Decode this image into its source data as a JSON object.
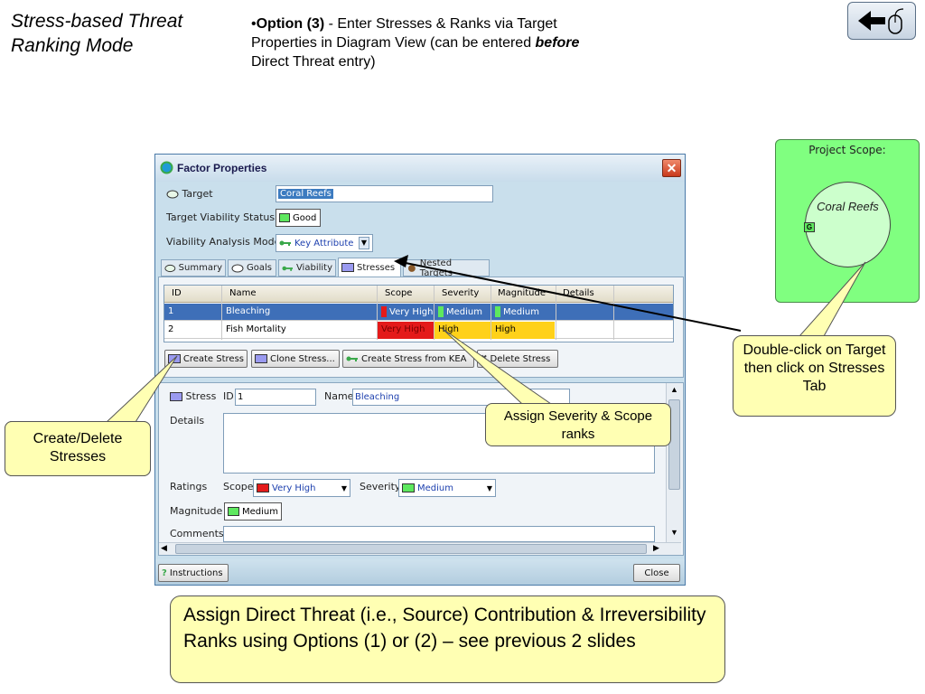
{
  "slide": {
    "title": "Stress-based Threat Ranking Mode",
    "bullet_prefix": "•",
    "bullet_option": "Option (3)",
    "bullet_text_1": " - Enter Stresses & Ranks via Target Properties in Diagram View (can be entered ",
    "bullet_emph": "before",
    "bullet_text_2": " Direct Threat entry)"
  },
  "back_button": {
    "icon": "back-arrow-mouse-icon"
  },
  "dialog": {
    "title": "Factor Properties",
    "close_glyph": "✕",
    "target_label": "Target",
    "target_name": "Coral Reefs",
    "viability_status_label": "Target Viability Status",
    "viability_status_value": "Good",
    "viability_mode_label": "Viability Analysis Mode",
    "viability_mode_value": "Key Attribute",
    "tabs": [
      {
        "label": "Summary"
      },
      {
        "label": "Goals"
      },
      {
        "label": "Viability"
      },
      {
        "label": "Stresses"
      },
      {
        "label": "Nested Targets"
      }
    ],
    "grid": {
      "headers": [
        "ID",
        "Name",
        "Scope",
        "Severity",
        "Magnitude",
        "Details"
      ],
      "rows": [
        {
          "id": "1",
          "name": "Bleaching",
          "scope": "Very High",
          "severity": "Medium",
          "magnitude": "Medium",
          "details": ""
        },
        {
          "id": "2",
          "name": "Fish Mortality",
          "scope": "Very High",
          "severity": "High",
          "magnitude": "High",
          "details": ""
        }
      ]
    },
    "buttons": {
      "create_stress": "Create Stress",
      "clone_stress": "Clone Stress...",
      "create_from_kea": "Create Stress from KEA",
      "delete_stress": "Delete Stress"
    },
    "stress_form": {
      "stress_label": "Stress",
      "id_label": "ID",
      "id_value": "1",
      "name_label": "Name",
      "name_value": "Bleaching",
      "details_label": "Details",
      "ratings_label": "Ratings",
      "scope_label": "Scope",
      "scope_value": "Very High",
      "severity_label": "Severity",
      "severity_value": "Medium",
      "magnitude_label": "Magnitude",
      "magnitude_value": "Medium",
      "comments_label": "Comments"
    },
    "instructions_label": "Instructions",
    "close_label": "Close"
  },
  "scope_box": {
    "title": "Project Scope:",
    "target_name": "Coral Reefs",
    "badge": "G"
  },
  "callouts": {
    "double_click": "Double-click on Target then click on Stresses Tab",
    "assign_severity": "Assign Severity & Scope ranks",
    "create_delete": "Create/Delete Stresses",
    "direct_threat": "Assign Direct Threat (i.e., Source) Contribution & Irreversibility Ranks using Options (1) or (2) – see previous 2 slides"
  },
  "colors": {
    "very_high": "#e41a1a",
    "high": "#ffd11a",
    "medium": "#5ee85e",
    "good": "#5ee85e",
    "stress_purple": "#9a9af0",
    "callout_fill": "#ffffb3",
    "scope_fill": "#80ff80"
  }
}
